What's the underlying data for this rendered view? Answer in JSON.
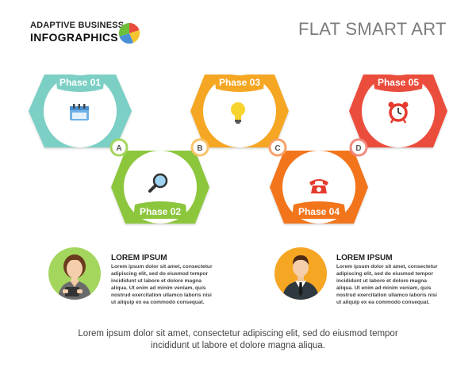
{
  "brand": {
    "line1": "ADAPTIVE BUSINESS",
    "line2": "INFOGRAPHICS",
    "logo_colors": [
      "#e94b3c",
      "#f4c430",
      "#4a8fd6",
      "#6cbf3b"
    ]
  },
  "title": "FLAT SMART ART",
  "phases": [
    {
      "label": "Phase 01",
      "color": "#7ccfc4",
      "icon": "calendar-icon"
    },
    {
      "label": "Phase 02",
      "color": "#8cc63e",
      "icon": "magnifier-icon"
    },
    {
      "label": "Phase 03",
      "color": "#f5a623",
      "icon": "lightbulb-icon"
    },
    {
      "label": "Phase 04",
      "color": "#f2751f",
      "icon": "telephone-icon"
    },
    {
      "label": "Phase 05",
      "color": "#eb4d3d",
      "icon": "alarm-clock-icon"
    }
  ],
  "connectors": [
    "A",
    "B",
    "C",
    "D"
  ],
  "people": [
    {
      "heading": "LOREM IPSUM",
      "body": "Lorem ipsum dolor sit amet, consectetur adipiscing elit, sed do eiusmod tempor incididunt ut labore et dolore magna aliqua. Ut enim ad minim veniam, quis nostrud exercitation ullamco laboris nisi ut aliquip ex ea commodo consequat.",
      "avatar": "woman-avatar",
      "circle_color": "#a4d65e"
    },
    {
      "heading": "LOREM IPSUM",
      "body": "Lorem ipsum dolor sit amet, consectetur adipiscing elit, sed do eiusmod tempor incididunt ut labore et dolore magna aliqua. Ut enim ad minim veniam, quis nostrud exercitation ullamco laboris nisi ut aliquip ex ea commodo consequat.",
      "avatar": "man-avatar",
      "circle_color": "#f5a623"
    }
  ],
  "footer": {
    "line1": "Lorem ipsum dolor sit amet, consectetur adipiscing elit, sed do eiusmod tempor",
    "line2": "incididunt ut labore et dolore magna aliqua."
  }
}
